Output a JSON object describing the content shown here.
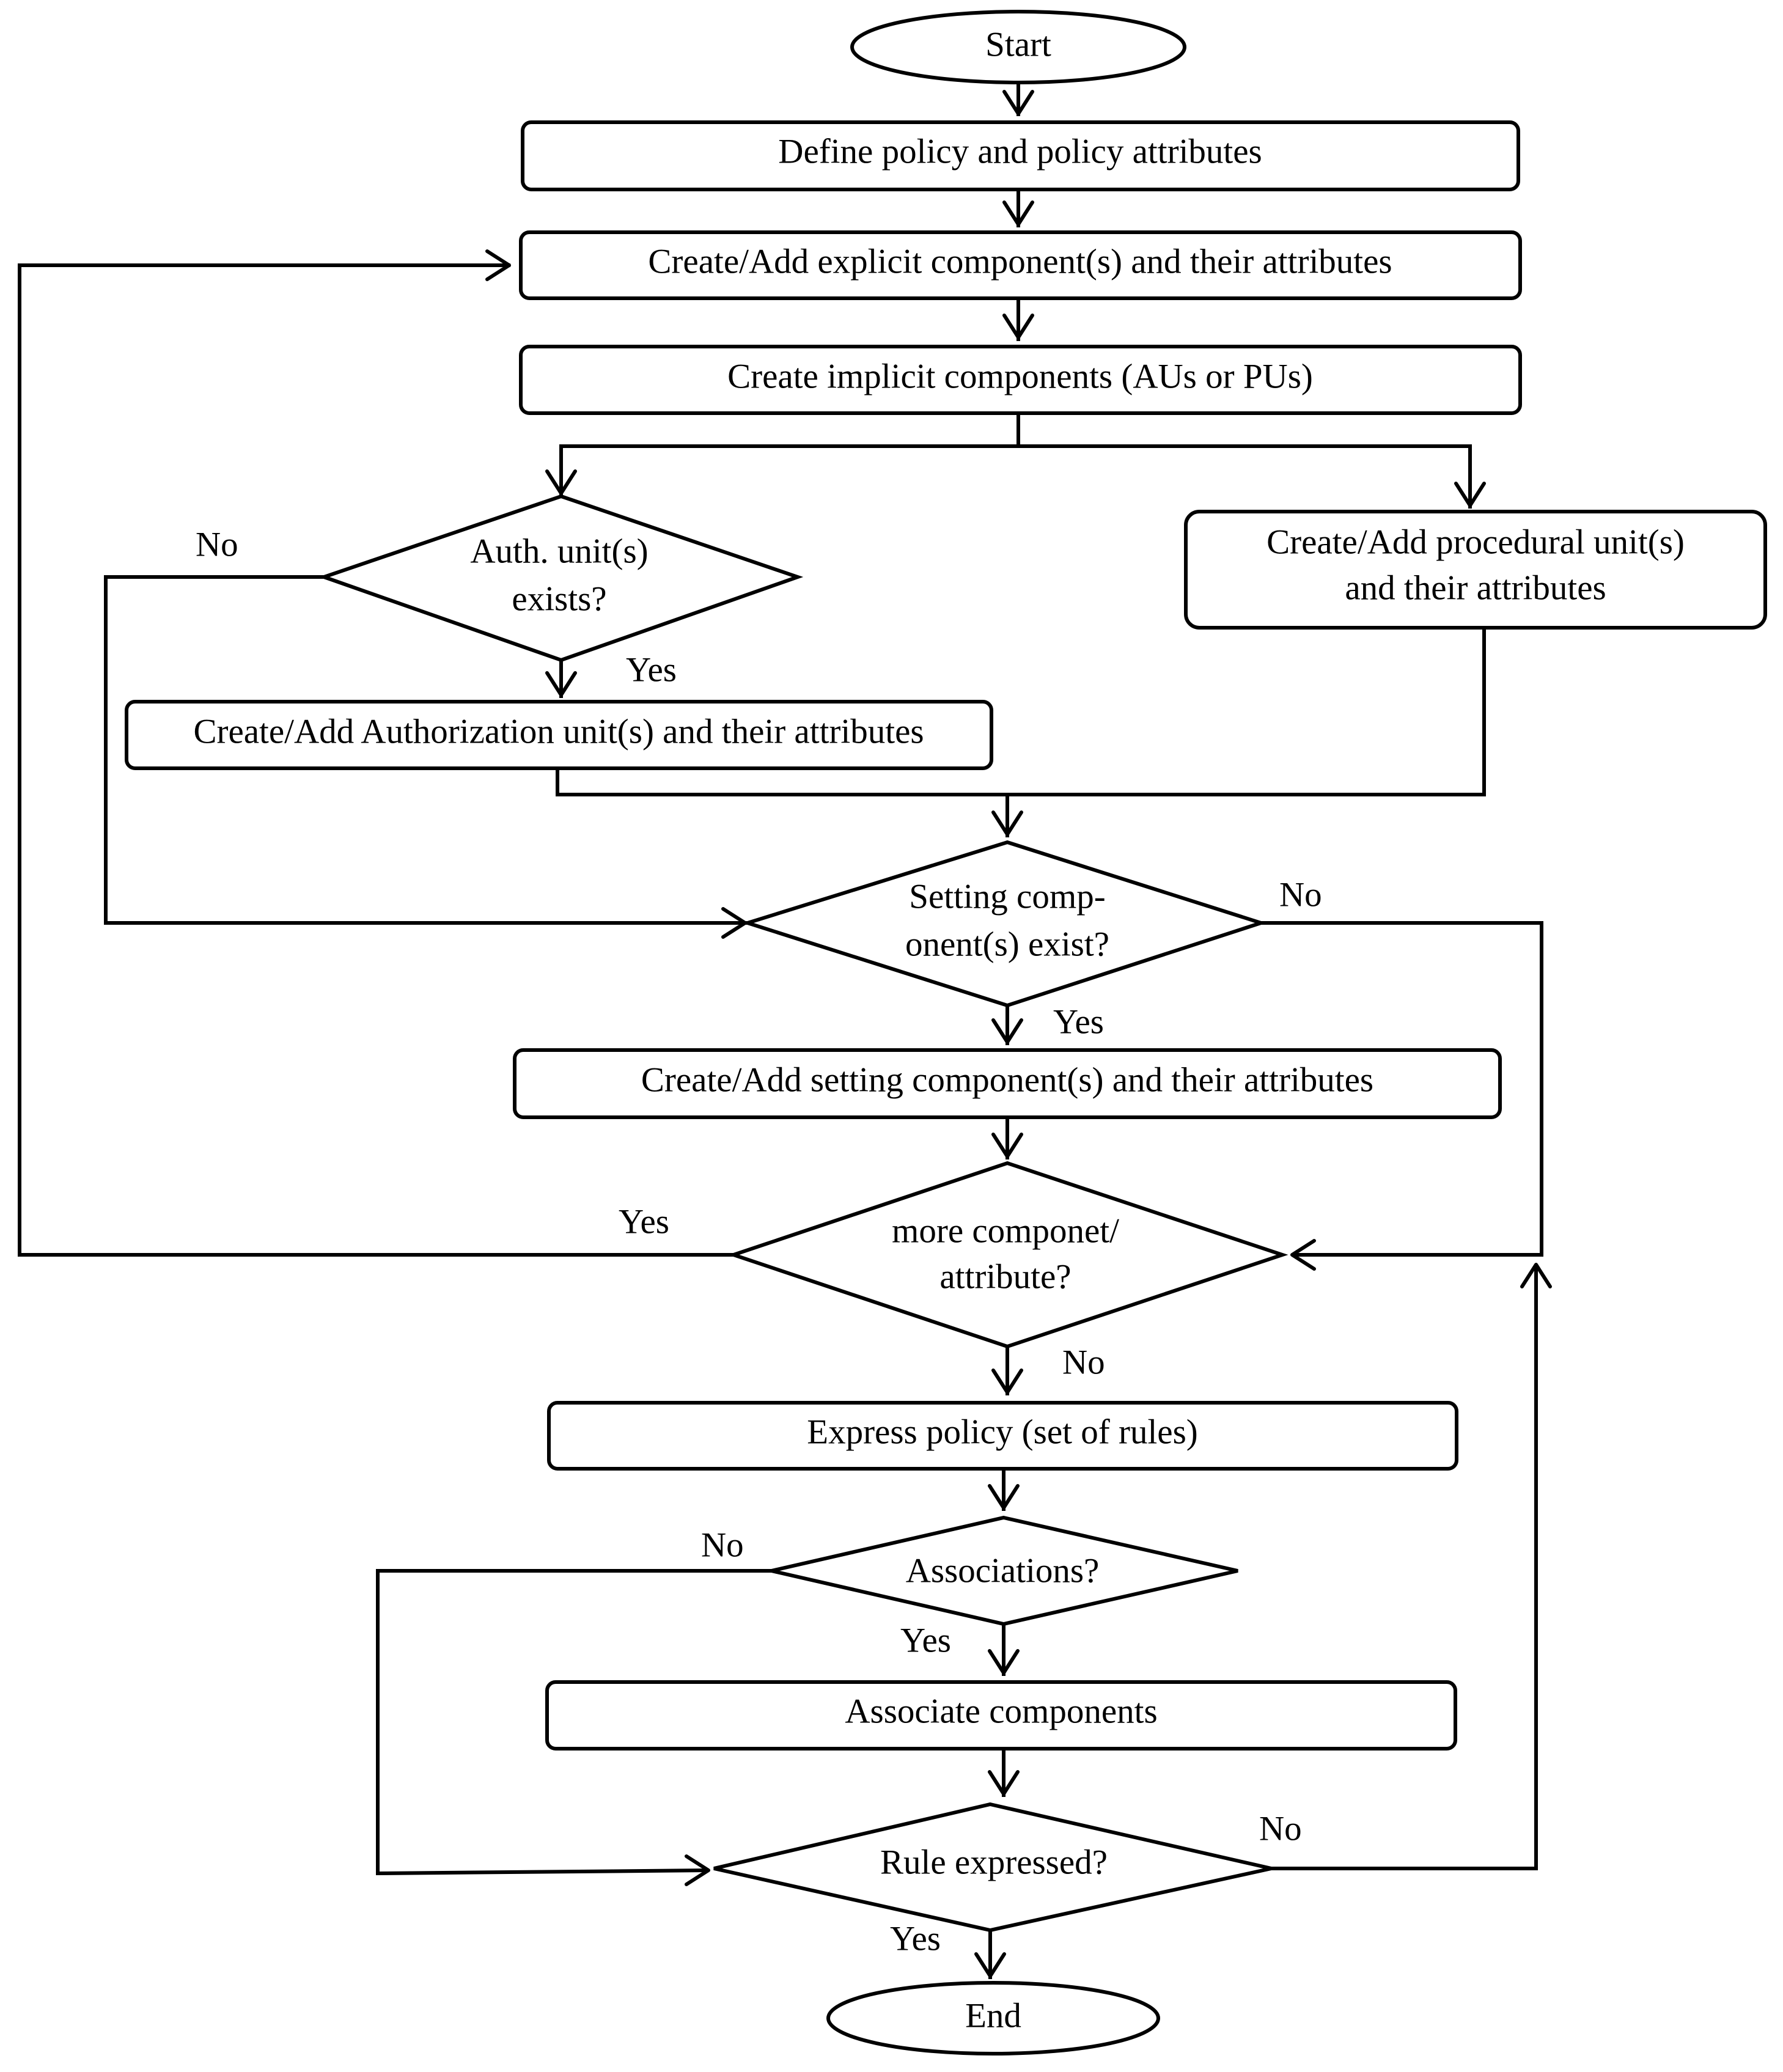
{
  "diagram": {
    "nodes": {
      "start": "Start",
      "define_policy": "Define policy and policy attributes",
      "create_explicit": "Create/Add explicit component(s) and their attributes",
      "create_implicit": "Create implicit components (AUs or PUs)",
      "auth_exists": [
        "Auth. unit(s)",
        "exists?"
      ],
      "create_procedural": [
        "Create/Add procedural unit(s)",
        "and their attributes"
      ],
      "create_authorization": "Create/Add Authorization unit(s) and their attributes",
      "setting_exists": [
        "Setting comp-",
        "onent(s) exist?"
      ],
      "create_setting": "Create/Add setting component(s) and their attributes",
      "more_components": [
        "more componet/",
        "attribute?"
      ],
      "express_policy": "Express policy (set of rules)",
      "associations": "Associations?",
      "associate_components": "Associate components",
      "rule_expressed": "Rule expressed?",
      "end": "End"
    },
    "edge_labels": {
      "auth_no": "No",
      "auth_yes": "Yes",
      "setting_no": "No",
      "setting_yes": "Yes",
      "more_yes": "Yes",
      "more_no": "No",
      "assoc_no": "No",
      "assoc_yes": "Yes",
      "rule_no": "No",
      "rule_yes": "Yes"
    },
    "colors": {
      "stroke": "#000000",
      "fill": "#ffffff",
      "text": "#000000"
    }
  }
}
